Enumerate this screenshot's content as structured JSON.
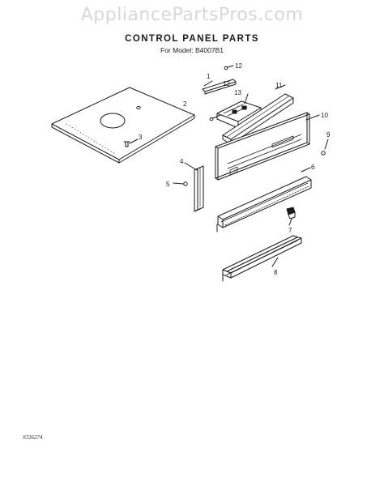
{
  "watermark": "AppliancePartsPros.com",
  "header": {
    "title": "CONTROL PANEL PARTS",
    "model_line": "For Model: B4007B1"
  },
  "callouts": {
    "c1": "1",
    "c2": "2",
    "c3": "3",
    "c4": "4",
    "c5": "5",
    "c6": "6",
    "c7": "7",
    "c8": "8",
    "c9": "9",
    "c10": "10",
    "c11": "11",
    "c12a": "12",
    "c12b": "12",
    "c13": "13"
  },
  "footer": {
    "code": "#336274"
  }
}
